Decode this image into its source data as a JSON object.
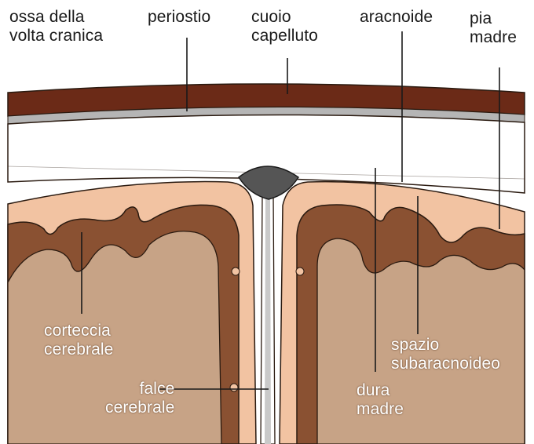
{
  "labels": {
    "ossa_line1": "ossa della",
    "ossa_line2": "volta cranica",
    "periostio": "periostio",
    "cuoio_line1": "cuoio",
    "cuoio_line2": "capelluto",
    "aracnoide": "aracnoide",
    "pia_line1": "pia",
    "pia_line2": "madre",
    "corteccia_line1": "corteccia",
    "corteccia_line2": "cerebrale",
    "spazio_line1": "spazio",
    "spazio_line2": "subaracnoideo",
    "falce_line1": "falce",
    "falce_line2": "cerebrale",
    "dura_line1": "dura",
    "dura_line2": "madre"
  },
  "colors": {
    "scalp": "#6b2a17",
    "periosteum": "#a9a9a9",
    "bone": "#ffffff",
    "meninges_pink": "#f2c3a2",
    "cortex": "#8a5132",
    "white_matter": "#c7a386",
    "sinus": "#555555",
    "outline": "#2a1a10"
  }
}
